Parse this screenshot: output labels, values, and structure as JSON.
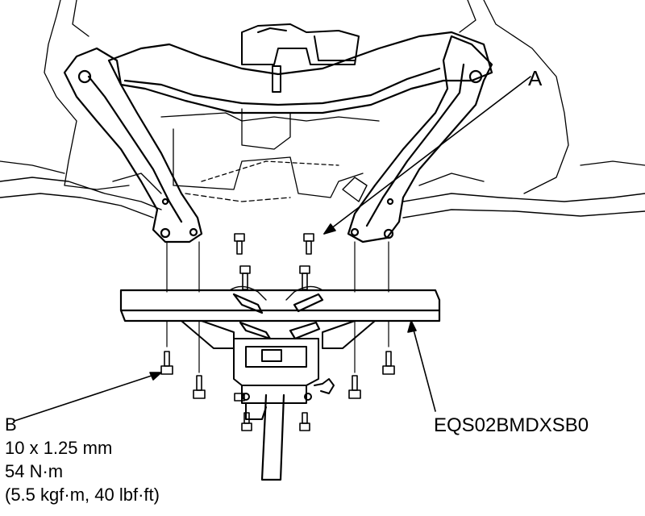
{
  "callouts": {
    "a": {
      "letter": "A"
    },
    "b": {
      "letter": "B",
      "bolt_size": "10 x 1.25 mm",
      "torque_nm": "54 N·m",
      "torque_alt": "(5.5 kgf·m, 40 lbf·ft)"
    }
  },
  "figure_code": "EQS02BMDXSB0",
  "colors": {
    "line": "#000000",
    "background": "#ffffff"
  }
}
